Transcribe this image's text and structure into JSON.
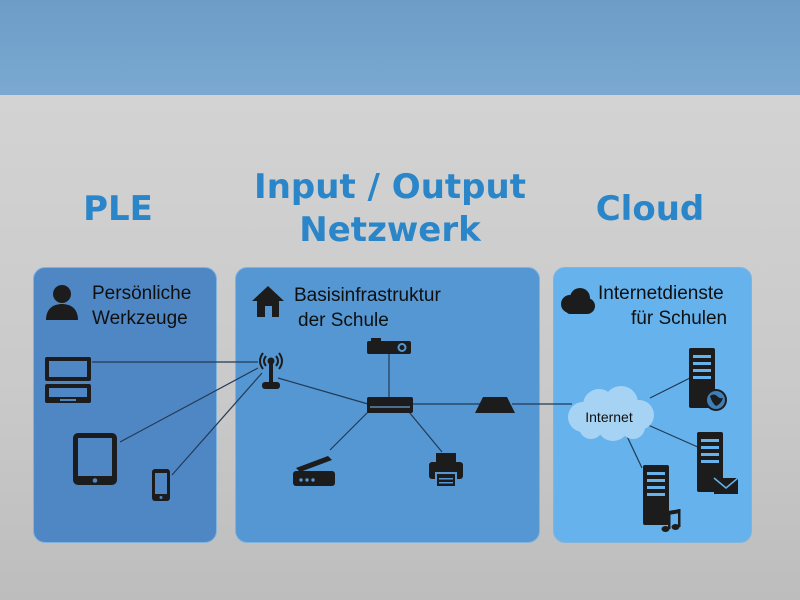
{
  "headings": {
    "ple": "PLE",
    "io_line1": "Input / Output",
    "io_line2": "Netzwerk",
    "cloud": "Cloud"
  },
  "panels": {
    "left": {
      "line1": "Persönliche",
      "line2": "Werkzeuge"
    },
    "middle": {
      "line1": "Basisinfrastruktur",
      "line2": "der Schule"
    },
    "right": {
      "line1": "Internetdienste",
      "line2": "für Schulen"
    }
  },
  "cloud_label": "Internet",
  "colors": {
    "heading": "#2a86c9",
    "panel_left": "#4f87c4",
    "panel_middle": "#5597d3",
    "panel_right": "#65b2ec",
    "icon": "#1c1c1c"
  }
}
